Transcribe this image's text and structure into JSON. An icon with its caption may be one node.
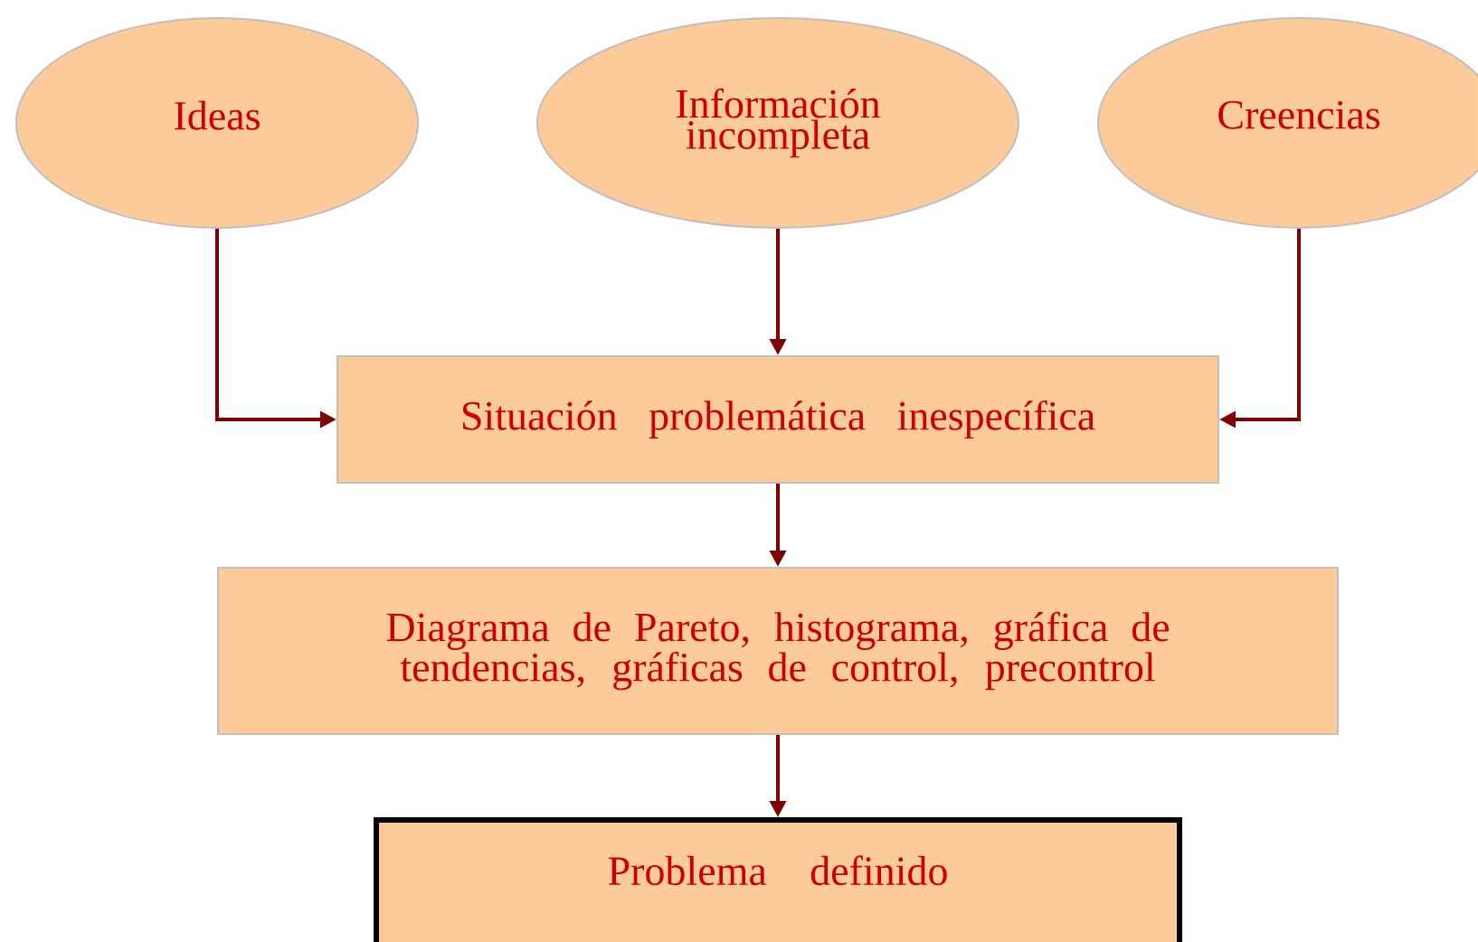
{
  "diagram": {
    "nodes": [
      {
        "text": [
          "Ideas"
        ]
      },
      {
        "text": [
          "Información incompleta"
        ]
      },
      {
        "text": [
          "Creencias"
        ]
      },
      {
        "text": [
          "Situación problemática inespecífica"
        ]
      },
      {
        "text": [
          "Diagrama de Pareto, histograma, gráfica de tendencias, gráficas de control, precontrol"
        ]
      },
      {
        "text": [
          "Problema definido"
        ]
      }
    ],
    "edges": [
      {
        "from": 0,
        "to": 3,
        "arrow": "to"
      },
      {
        "from": 1,
        "to": 3,
        "arrow": "to"
      },
      {
        "from": 2,
        "to": 3,
        "arrow": "to"
      },
      {
        "from": 3,
        "to": 4,
        "arrow": "to"
      },
      {
        "from": 4,
        "to": 5,
        "arrow": "to"
      }
    ]
  }
}
